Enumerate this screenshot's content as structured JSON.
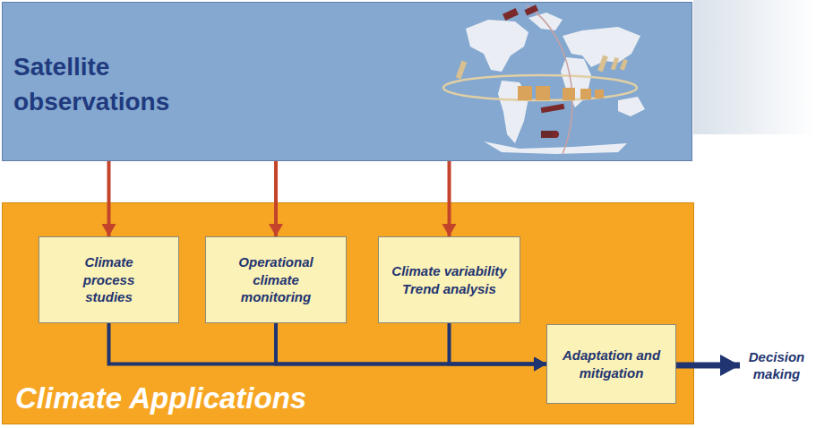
{
  "diagram": {
    "nodes": [
      {
        "text": [
          "Satellite observations"
        ]
      },
      {
        "text": [
          "Climate Applications"
        ]
      },
      {
        "text": [
          "Climate process studies"
        ],
        "in": 1
      },
      {
        "text": [
          "Operational climate monitoring"
        ],
        "in": 1
      },
      {
        "text": [
          "Climate variability Trend analysis"
        ],
        "in": 1
      },
      {
        "text": [
          "Adaptation and mitigation"
        ],
        "in": 1
      },
      {
        "text": [
          "Decision making"
        ]
      }
    ],
    "edges": [
      {
        "from": 0,
        "to": 2,
        "arrow": "to"
      },
      {
        "from": 0,
        "to": 3,
        "arrow": "to"
      },
      {
        "from": 0,
        "to": 4,
        "arrow": "to"
      },
      {
        "from": 2,
        "to": 5,
        "arrow": "to"
      },
      {
        "from": 3,
        "to": 5,
        "arrow": "to"
      },
      {
        "from": 4,
        "to": 5,
        "arrow": "to"
      },
      {
        "from": 5,
        "to": 6,
        "arrow": "to"
      }
    ]
  }
}
